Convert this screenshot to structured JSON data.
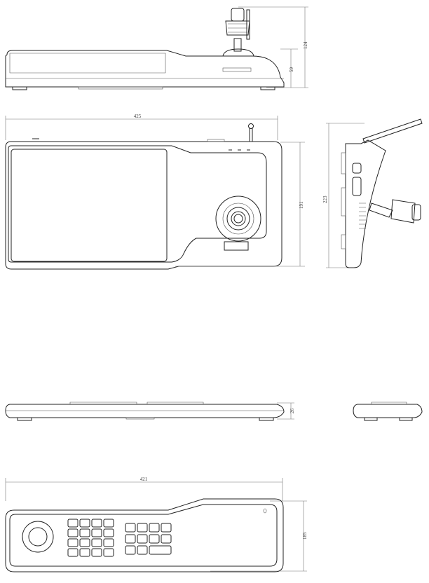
{
  "title": "Keyboard controller dimension drawing",
  "dimensions": {
    "side_total_height": "124",
    "side_body_height": "59",
    "top_width": "425",
    "top_depth": "191",
    "right_side_height": "223",
    "front_thickness": "26",
    "keyboard_width": "421",
    "keyboard_depth": "185"
  },
  "units": "mm"
}
